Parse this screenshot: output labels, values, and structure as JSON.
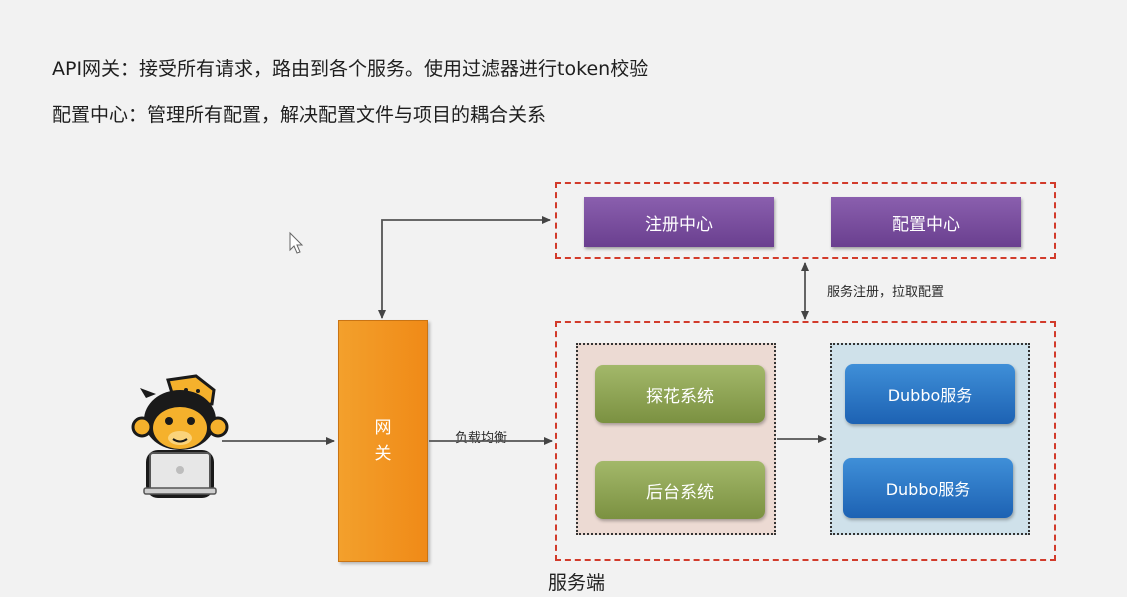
{
  "intro": {
    "line1": "API网关：接受所有请求，路由到各个服务。使用过滤器进行token校验",
    "line2": "配置中心：管理所有配置，解决配置文件与项目的耦合关系"
  },
  "registry": {
    "label": "注册中心"
  },
  "config_center": {
    "label": "配置中心"
  },
  "labels": {
    "register_pull": "服务注册，拉取配置",
    "load_balance": "负载均衡",
    "server_side": "服务端"
  },
  "gateway": {
    "label": "网关"
  },
  "consumers": [
    "探花系统",
    "后台系统"
  ],
  "providers": [
    "Dubbo服务",
    "Dubbo服务"
  ]
}
